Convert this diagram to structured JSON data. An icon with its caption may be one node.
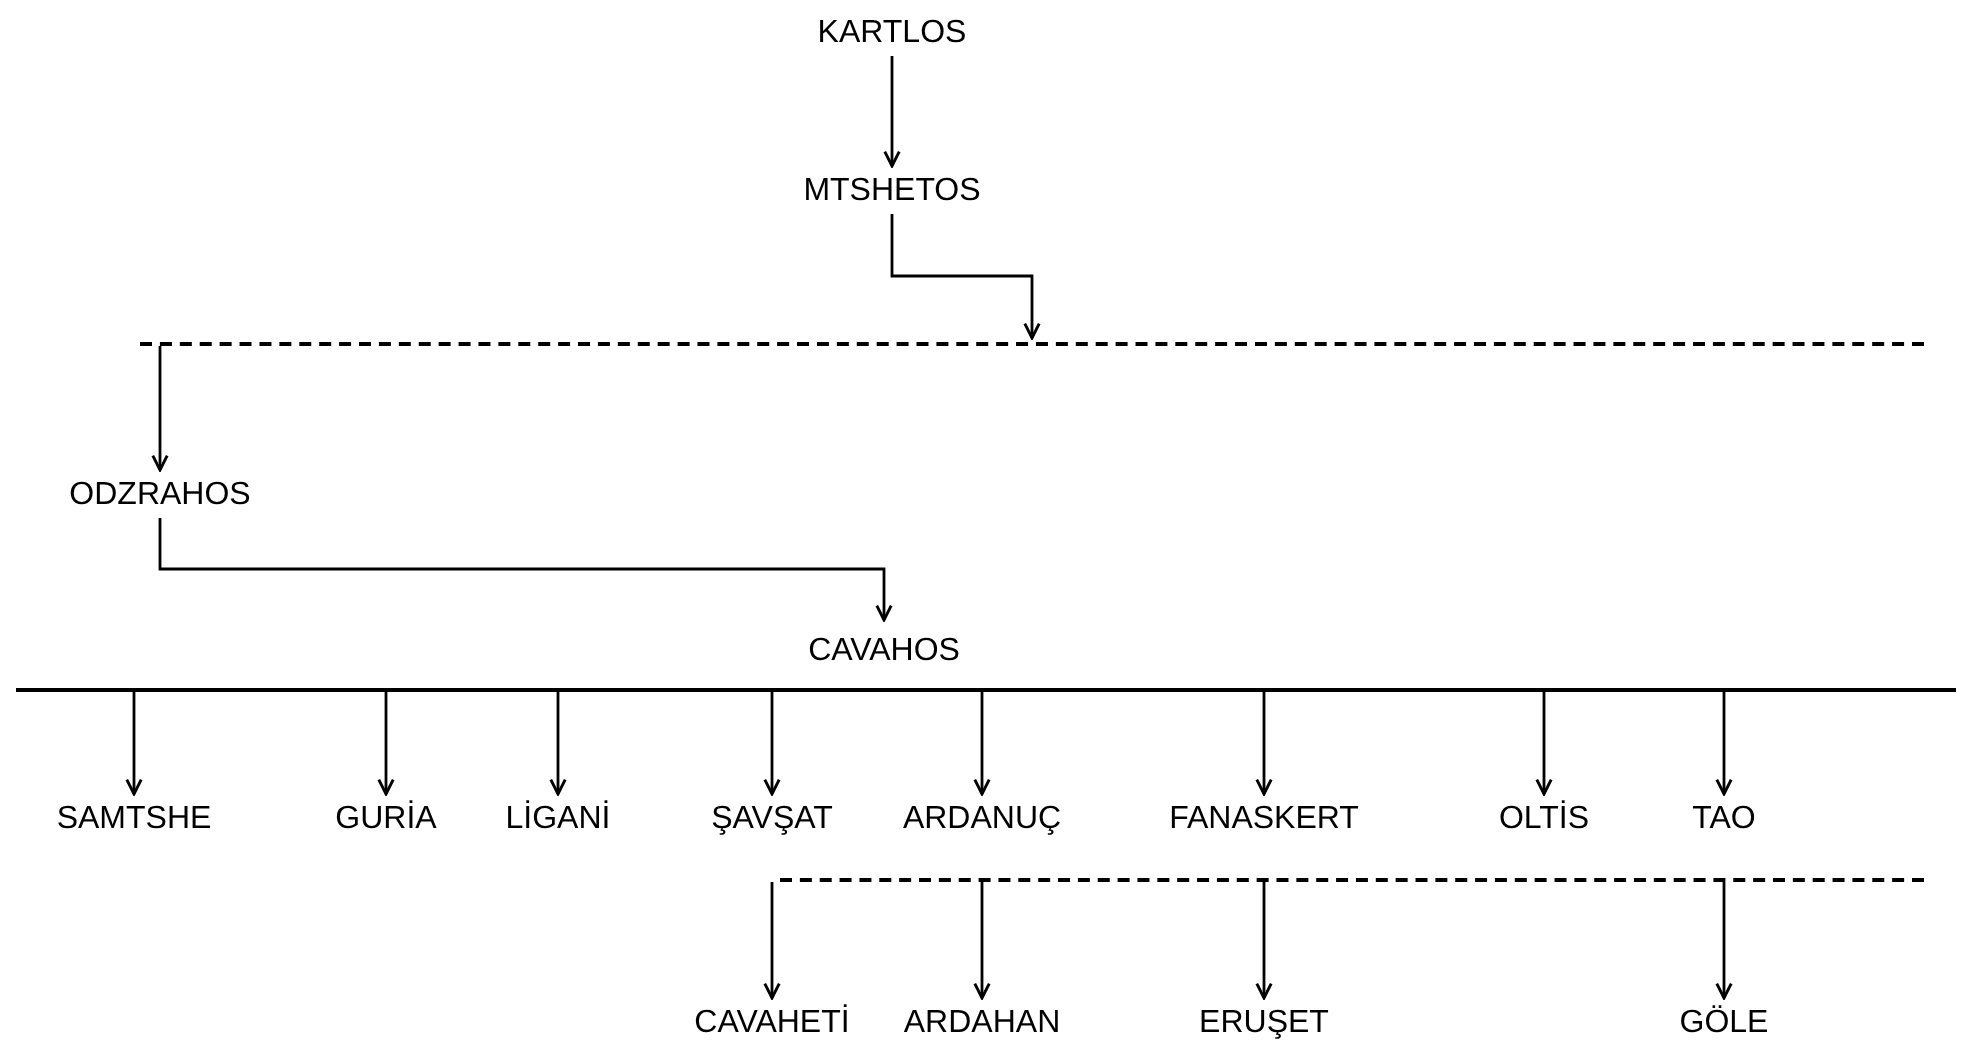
{
  "diagram": {
    "nodes": [
      {
        "text": [
          "KARTLOS"
        ]
      },
      {
        "text": [
          "MTSHETOS"
        ]
      },
      {
        "text": [],
        "shape": "bar"
      },
      {
        "text": [
          "ODZRAHOS"
        ]
      },
      {
        "text": [
          "CAVAHOS"
        ]
      },
      {
        "text": [
          "SAMTSHE"
        ]
      },
      {
        "text": [
          "GURİA"
        ]
      },
      {
        "text": [
          "LİGANİ"
        ]
      },
      {
        "text": [
          "ŞAVŞAT"
        ]
      },
      {
        "text": [
          "ARDANUÇ"
        ]
      },
      {
        "text": [
          "FANASKERT"
        ]
      },
      {
        "text": [
          "OLTİS"
        ]
      },
      {
        "text": [
          "TAO"
        ]
      },
      {
        "text": [],
        "shape": "bar"
      },
      {
        "text": [
          "CAVAHETİ"
        ]
      },
      {
        "text": [
          "ARDAHAN"
        ]
      },
      {
        "text": [
          "ERUŞET"
        ]
      },
      {
        "text": [
          "GÖLE"
        ]
      }
    ],
    "edges": [
      {
        "from": 0,
        "to": 1,
        "arrow": "to"
      },
      {
        "from": 1,
        "to": 2,
        "arrow": "to"
      },
      {
        "from": 2,
        "to": 3,
        "arrow": "to"
      },
      {
        "from": 3,
        "to": 4,
        "arrow": "to"
      },
      {
        "from": 4,
        "to": 5,
        "arrow": "to"
      },
      {
        "from": 4,
        "to": 6,
        "arrow": "to"
      },
      {
        "from": 4,
        "to": 7,
        "arrow": "to"
      },
      {
        "from": 4,
        "to": 8,
        "arrow": "to"
      },
      {
        "from": 4,
        "to": 9,
        "arrow": "to"
      },
      {
        "from": 4,
        "to": 10,
        "arrow": "to"
      },
      {
        "from": 4,
        "to": 11,
        "arrow": "to"
      },
      {
        "from": 4,
        "to": 12,
        "arrow": "to"
      },
      {
        "from": 13,
        "to": 14,
        "arrow": "to"
      },
      {
        "from": 13,
        "to": 15,
        "arrow": "to"
      },
      {
        "from": 13,
        "to": 16,
        "arrow": "to"
      },
      {
        "from": 13,
        "to": 17,
        "arrow": "to"
      }
    ]
  }
}
